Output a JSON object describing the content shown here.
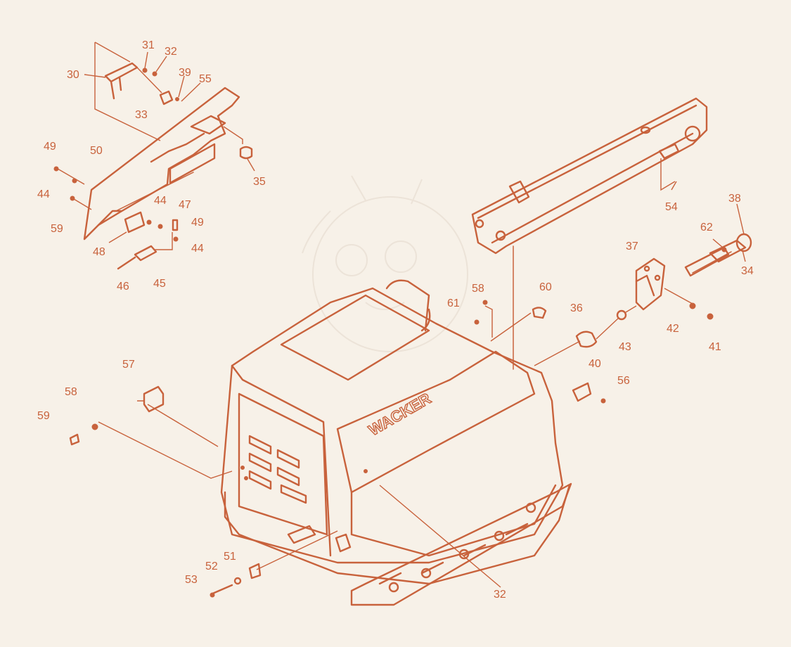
{
  "logo_text": "WACKER",
  "callouts": [
    {
      "id": "c30",
      "text": "30"
    },
    {
      "id": "c31",
      "text": "31"
    },
    {
      "id": "c32a",
      "text": "32"
    },
    {
      "id": "c39",
      "text": "39"
    },
    {
      "id": "c55",
      "text": "55"
    },
    {
      "id": "c33",
      "text": "33"
    },
    {
      "id": "c49a",
      "text": "49"
    },
    {
      "id": "c50",
      "text": "50"
    },
    {
      "id": "c35",
      "text": "35"
    },
    {
      "id": "c44a",
      "text": "44"
    },
    {
      "id": "c44b",
      "text": "44"
    },
    {
      "id": "c47",
      "text": "47"
    },
    {
      "id": "c59a",
      "text": "59"
    },
    {
      "id": "c49b",
      "text": "49"
    },
    {
      "id": "c48",
      "text": "48"
    },
    {
      "id": "c44c",
      "text": "44"
    },
    {
      "id": "c46",
      "text": "46"
    },
    {
      "id": "c45",
      "text": "45"
    },
    {
      "id": "c54",
      "text": "54"
    },
    {
      "id": "c38",
      "text": "38"
    },
    {
      "id": "c62",
      "text": "62"
    },
    {
      "id": "c34",
      "text": "34"
    },
    {
      "id": "c37",
      "text": "37"
    },
    {
      "id": "c58a",
      "text": "58"
    },
    {
      "id": "c61",
      "text": "61"
    },
    {
      "id": "c60",
      "text": "60"
    },
    {
      "id": "c36",
      "text": "36"
    },
    {
      "id": "c43",
      "text": "43"
    },
    {
      "id": "c42",
      "text": "42"
    },
    {
      "id": "c41",
      "text": "41"
    },
    {
      "id": "c40",
      "text": "40"
    },
    {
      "id": "c56",
      "text": "56"
    },
    {
      "id": "c57",
      "text": "57"
    },
    {
      "id": "c58b",
      "text": "58"
    },
    {
      "id": "c59b",
      "text": "59"
    },
    {
      "id": "c51",
      "text": "51"
    },
    {
      "id": "c52",
      "text": "52"
    },
    {
      "id": "c53",
      "text": "53"
    },
    {
      "id": "c32b",
      "text": "32"
    }
  ],
  "colors": {
    "line": "#c8623c",
    "background": "#f7f1e8"
  }
}
